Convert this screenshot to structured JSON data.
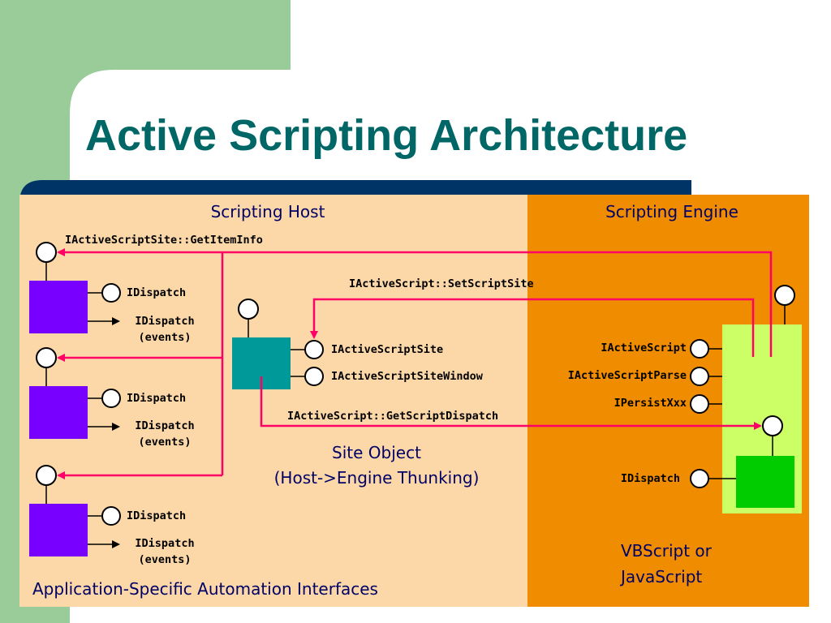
{
  "title": "Active Scripting Architecture",
  "host": {
    "heading": "Scripting Host",
    "get_item_info": "IActiveScriptSite::GetItemInfo",
    "objects": [
      {
        "idispatch": "IDispatch",
        "events_line1": "IDispatch",
        "events_line2": "(events)"
      },
      {
        "idispatch": "IDispatch",
        "events_line1": "IDispatch",
        "events_line2": "(events)"
      },
      {
        "idispatch": "IDispatch",
        "events_line1": "IDispatch",
        "events_line2": "(events)"
      }
    ],
    "footer": "Application-Specific Automation Interfaces"
  },
  "site": {
    "set_script_site": "IActiveScript::SetScriptSite",
    "iactivescriptsite": "IActiveScriptSite",
    "iactivescriptsitewindow": "IActiveScriptSiteWindow",
    "get_script_dispatch": "IActiveScript::GetScriptDispatch",
    "label_line1": "Site Object",
    "label_line2": "(Host->Engine Thunking)"
  },
  "engine": {
    "heading": "Scripting Engine",
    "iactivescript": "IActiveScript",
    "iactivescriptparse": "IActiveScriptParse",
    "ipersistxxx": "IPersistXxx",
    "idispatch": "IDispatch",
    "label_line1": "VBScript or",
    "label_line2": "JavaScript"
  },
  "colors": {
    "accent_title": "#006666",
    "sidebar_green": "#99CC99",
    "navy_bar": "#003366",
    "host_bg": "#FCD8A8",
    "engine_bg": "#F08C00",
    "object_purple": "#7700FF",
    "site_teal": "#009999",
    "engine_lime": "#CCFF66",
    "dispatch_green": "#00CC00",
    "arrow_red": "#FF0066",
    "text_navy": "#000066"
  }
}
